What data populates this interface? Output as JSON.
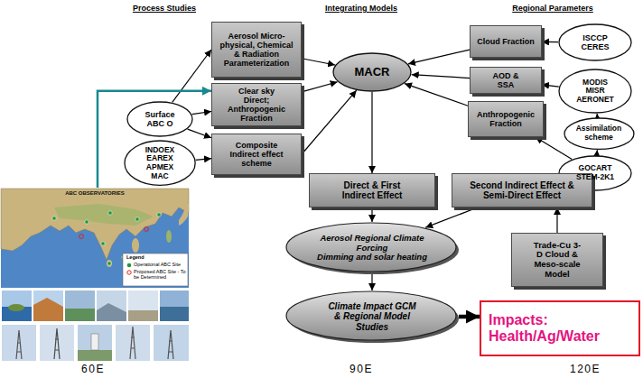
{
  "diagram": {
    "nodes": [
      {
        "text": [
          "Aerosol Micro-physical, Chemical & Radiation Parameterization"
        ]
      },
      {
        "text": [
          "Clear sky Direct; Anthropogenic Fraction"
        ]
      },
      {
        "text": [
          "Composite Indirect effect scheme"
        ]
      },
      {
        "text": [
          "Surface ABC O"
        ]
      },
      {
        "text": [
          "INDOEX EAREX APMEX MAC"
        ]
      },
      {
        "text": [
          "MACR"
        ]
      },
      {
        "text": [
          "Cloud Fraction"
        ]
      },
      {
        "text": [
          "ISCCP CERES"
        ]
      },
      {
        "text": [
          "AOD & SSA"
        ]
      },
      {
        "text": [
          "MODIS MISR AERONET"
        ]
      },
      {
        "text": [
          "Anthropogenic Fraction"
        ]
      },
      {
        "text": [
          "Assimilation scheme"
        ]
      },
      {
        "text": [
          "GOCART STEM-2K1"
        ]
      },
      {
        "text": [
          "ABC OBSERVATORIES"
        ]
      },
      {
        "text": [
          "Direct & First Indirect Effect"
        ]
      },
      {
        "text": [
          "Second Indirect Effect & Semi-Direct Effect"
        ]
      },
      {
        "text": [
          "Aerosol Regional Climate Forcing",
          "Dimming and solar heating"
        ]
      },
      {
        "text": [
          "Trade-Cu 3-D Cloud & Meso-scale Model"
        ]
      },
      {
        "text": [
          "Climate Impact GCM & Regional Model Studies"
        ]
      },
      {
        "text": [
          "Impacts: Health/Ag/Water"
        ]
      }
    ],
    "edges": [
      {
        "from": 3,
        "to": 0,
        "arrow": "to"
      },
      {
        "from": 3,
        "to": 1,
        "arrow": "to"
      },
      {
        "from": 3,
        "to": 2,
        "arrow": "to"
      },
      {
        "from": 4,
        "to": 2,
        "arrow": "to"
      },
      {
        "from": 13,
        "to": 1,
        "arrow": "to"
      },
      {
        "from": 0,
        "to": 5,
        "arrow": "to"
      },
      {
        "from": 1,
        "to": 5,
        "arrow": "to"
      },
      {
        "from": 2,
        "to": 5,
        "arrow": "to"
      },
      {
        "from": 6,
        "to": 5,
        "arrow": "to"
      },
      {
        "from": 8,
        "to": 5,
        "arrow": "to"
      },
      {
        "from": 10,
        "to": 5,
        "arrow": "to"
      },
      {
        "from": 7,
        "to": 6,
        "arrow": "to"
      },
      {
        "from": 9,
        "to": 8,
        "arrow": "to"
      },
      {
        "from": 11,
        "to": 9,
        "arrow": "to"
      },
      {
        "from": 12,
        "to": 11,
        "arrow": "to"
      },
      {
        "from": 12,
        "to": 10,
        "arrow": "to"
      },
      {
        "from": 5,
        "to": 14,
        "arrow": "to"
      },
      {
        "from": 14,
        "to": 16,
        "arrow": "to"
      },
      {
        "from": 15,
        "to": 16,
        "arrow": "to"
      },
      {
        "from": 17,
        "to": 15,
        "arrow": "to"
      },
      {
        "from": 16,
        "to": 18,
        "arrow": "to"
      },
      {
        "from": 18,
        "to": 19,
        "arrow": "to"
      }
    ],
    "labels": [
      "Process Studies",
      "Integrating Models",
      "Regional Parameters",
      "Legend",
      "60E",
      "90E",
      "120E"
    ],
    "legend": [
      {
        "text": "Operational ABC Site"
      },
      {
        "text": "Proposed ABC Site - To be Determined"
      }
    ]
  }
}
